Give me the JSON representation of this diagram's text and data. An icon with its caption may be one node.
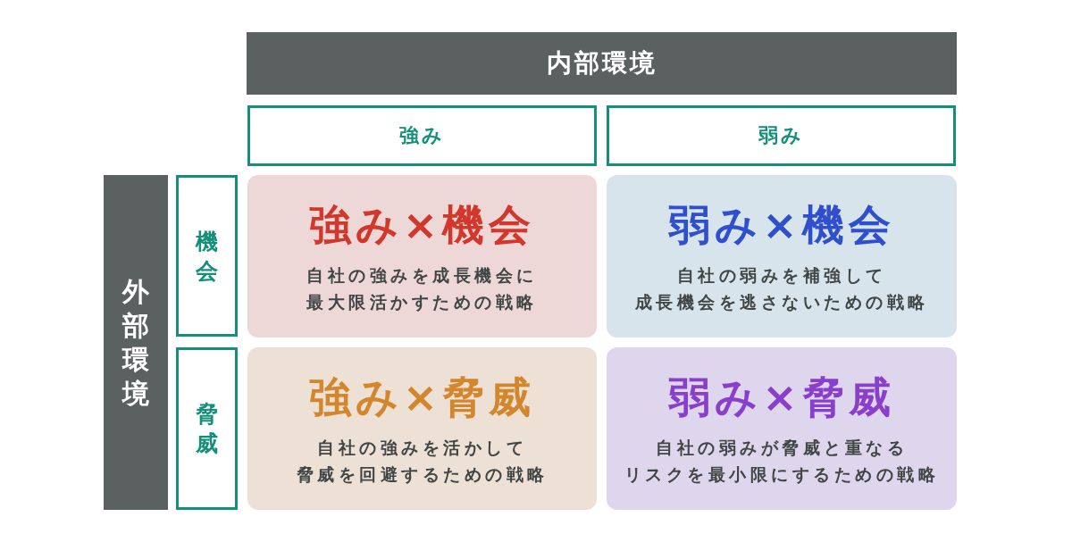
{
  "diagram": {
    "nodes": [
      {
        "text": [
          "内部環境"
        ]
      },
      {
        "text": [
          "強み"
        ]
      },
      {
        "text": [
          "弱み"
        ]
      },
      {
        "text": [
          "外部環境"
        ]
      },
      {
        "text": [
          "機会"
        ]
      },
      {
        "text": [
          "強み×機会",
          "自社の強みを成長機会に最大限活かすための戦略"
        ]
      },
      {
        "text": [
          "弱み×機会",
          "自社の弱みを補強して成長機会を逃さないための戦略"
        ]
      },
      {
        "text": [
          "脅威"
        ]
      },
      {
        "text": [
          "強み×脅威",
          "自社の強みを活かして脅威を回避するための戦略"
        ]
      },
      {
        "text": [
          "弱み×脅威",
          "自社の弱みが脅威と重なるリスクを最小限にするための戦略"
        ]
      }
    ]
  }
}
